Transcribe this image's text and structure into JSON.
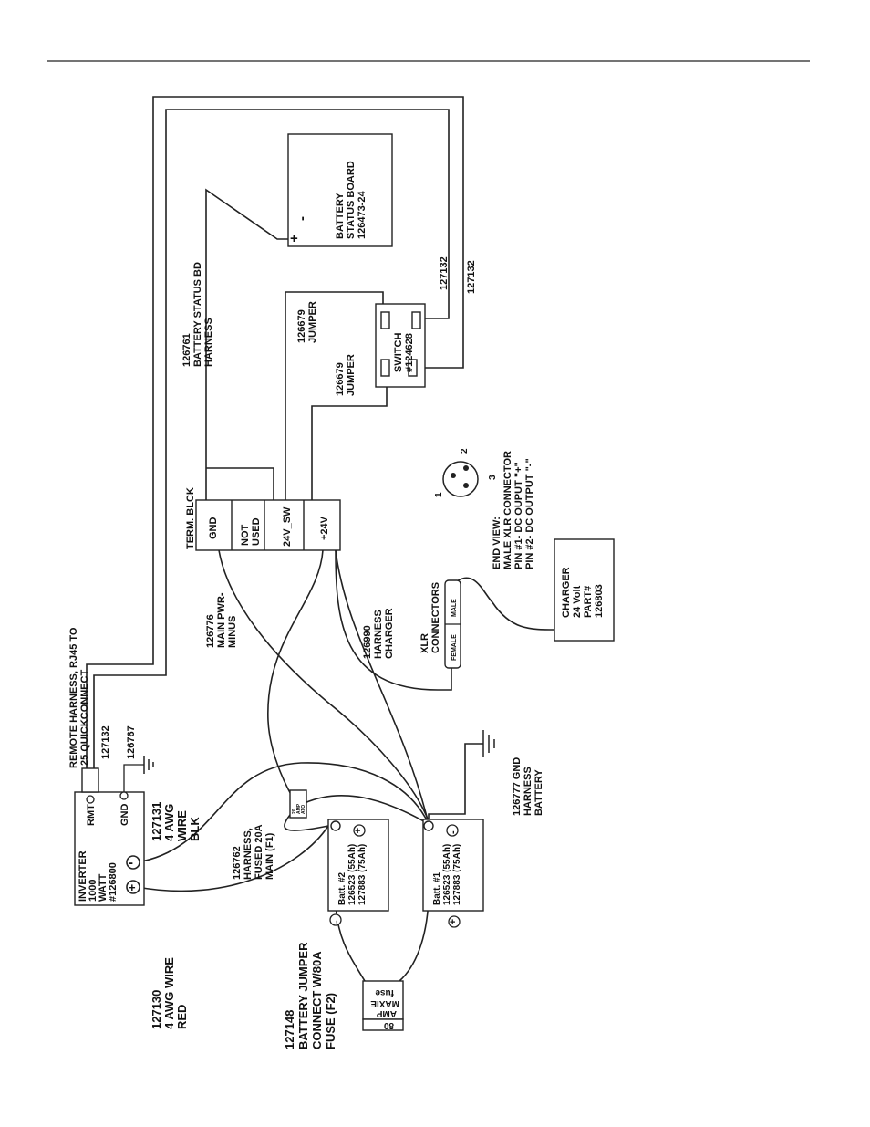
{
  "inverter": {
    "lines": [
      "INVERTER",
      "1000",
      "WATT",
      "#126800"
    ],
    "rmt_label": "RMT",
    "gnd_label": "GND",
    "plus_symbol": "+",
    "minus_symbol": "-"
  },
  "labels": {
    "remote_harness": [
      "REMOTE HARNESS, RJ45 TO",
      ".25 QUICKCONNECT"
    ],
    "part_127132_remote": "127132",
    "part_126767": "126767",
    "wire_blk": [
      "127131",
      "4 AWG",
      "WIRE",
      "BLK"
    ],
    "wire_red": [
      "127130",
      "4 AWG WIRE",
      "RED"
    ],
    "fused_harness": [
      "126762",
      "HARNESS,",
      "FUSED 20A",
      "MAIN (F1)"
    ],
    "jumper_connect": [
      "127148",
      "BATTERY JUMPER",
      "CONNECT W/80A",
      "FUSE (F2)"
    ],
    "main_pwr_minus": [
      "126776",
      "MAIN PWR-",
      "MINUS"
    ],
    "harness_charger": [
      "126990",
      "HARNESS",
      "CHARGER"
    ],
    "xlr_connectors": [
      "XLR",
      "CONNECTORS"
    ],
    "gnd_harness": [
      "126777 GND",
      "HARNESS",
      "BATTERY"
    ],
    "status_bd_harness": [
      "126761",
      "BATTERY STATUS BD",
      "HARNESS"
    ],
    "jumper_a": [
      "126679",
      "JUMPER"
    ],
    "jumper_b": [
      "126679",
      "JUMPER"
    ],
    "part_127132_switch_a": "127132",
    "part_127132_switch_b": "127132",
    "xlr_end_view": [
      "END VIEW:",
      "MALE XLR CONNECTOR",
      "PIN #1- DC OUPUT \"+\"",
      "PIN #2- DC OUTPUT \"-\""
    ],
    "xlr_female": "FEMALE",
    "xlr_male": "MALE",
    "pin_1": "1",
    "pin_2": "2",
    "pin_3": "3"
  },
  "term_block": {
    "title": "TERM. BLCK",
    "cells": [
      "GND",
      "NOT\nUSED",
      "24V_SW",
      "+24V"
    ]
  },
  "status_board": {
    "lines": [
      "BATTERY",
      "STATUS BOARD",
      "126473-24"
    ],
    "plus": "+",
    "minus": "-"
  },
  "switch": {
    "lines": [
      "SWITCH",
      "#124628"
    ]
  },
  "charger": {
    "lines": [
      "CHARGER",
      "24 Volt",
      "PART#",
      "126803"
    ]
  },
  "battery_1": {
    "lines": [
      "Batt. #1",
      "126523 (55Ah)",
      "127883 (75Ah)"
    ],
    "plus": "+",
    "minus": "-"
  },
  "battery_2": {
    "lines": [
      "Batt. #2",
      "126523 (55Ah)",
      "127883 (75Ah)"
    ],
    "plus": "+",
    "minus": "-"
  },
  "fuse_80": {
    "lines": [
      "80",
      "AMP",
      "MAXIE",
      "fuse"
    ]
  },
  "fuse_20": {
    "lines": [
      "20",
      "AMP",
      "ATO"
    ]
  }
}
